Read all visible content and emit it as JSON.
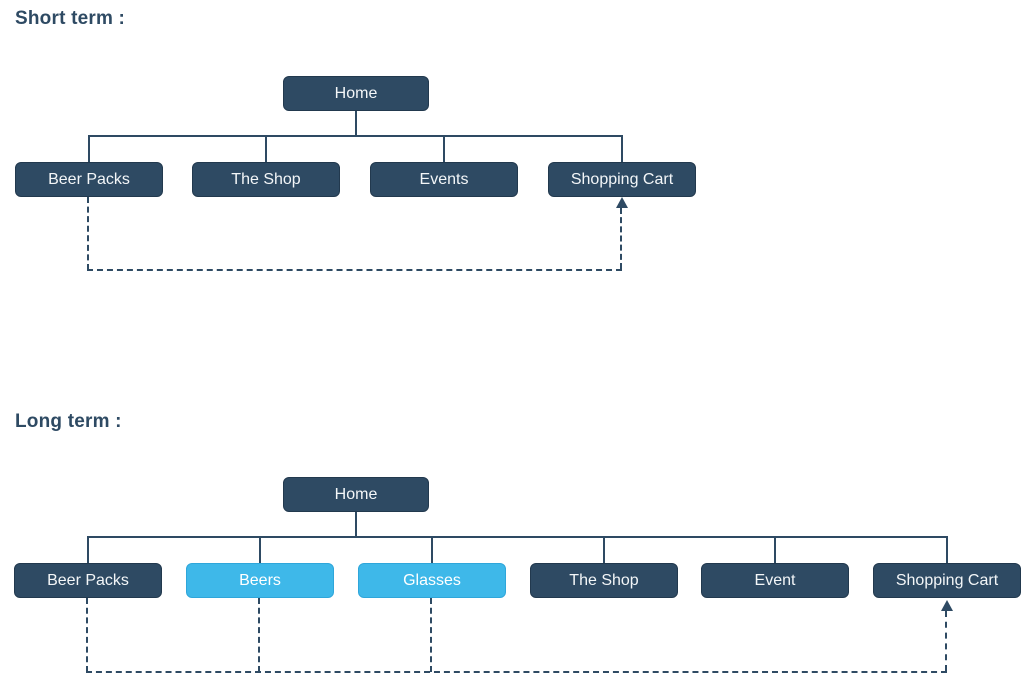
{
  "colors": {
    "node_dark": "#2e4a63",
    "node_highlight": "#3eb8e9",
    "line": "#2e4a63",
    "node_text": "#f3f6f8",
    "title_text": "#2e4a63",
    "background": "#ffffff"
  },
  "short_term": {
    "title": "Short term :",
    "root": {
      "label": "Home"
    },
    "children": [
      {
        "label": "Beer Packs",
        "variant": "dark"
      },
      {
        "label": "The Shop",
        "variant": "dark"
      },
      {
        "label": "Events",
        "variant": "dark"
      },
      {
        "label": "Shopping Cart",
        "variant": "dark"
      }
    ],
    "dashed_links": [
      {
        "from": "Beer Packs",
        "to": "Shopping Cart",
        "arrow": "up"
      }
    ]
  },
  "long_term": {
    "title": "Long term :",
    "root": {
      "label": "Home"
    },
    "children": [
      {
        "label": "Beer Packs",
        "variant": "dark"
      },
      {
        "label": "Beers",
        "variant": "highlight"
      },
      {
        "label": "Glasses",
        "variant": "highlight"
      },
      {
        "label": "The Shop",
        "variant": "dark"
      },
      {
        "label": "Event",
        "variant": "dark"
      },
      {
        "label": "Shopping Cart",
        "variant": "dark"
      }
    ],
    "dashed_links": [
      {
        "from": "Beer Packs",
        "to": "Shopping Cart",
        "arrow": "up"
      },
      {
        "from": "Beers",
        "to": "Shopping Cart",
        "arrow": "up"
      },
      {
        "from": "Glasses",
        "to": "Shopping Cart",
        "arrow": "up"
      }
    ]
  }
}
